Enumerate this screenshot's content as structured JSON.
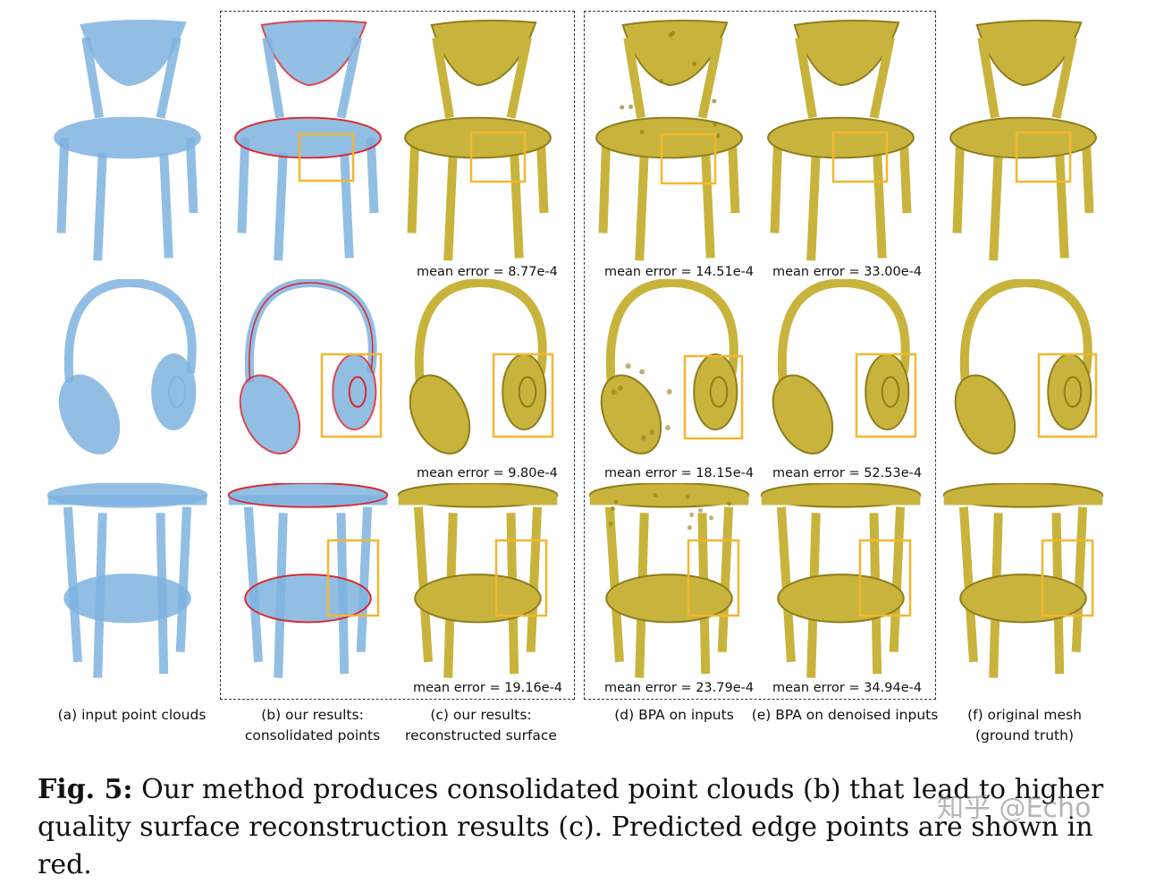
{
  "colors": {
    "point_cloud": "#7fb3e0",
    "edge_points": "#d9272e",
    "surface": "#c8b43c",
    "surface_dark": "#8f7d1c",
    "highlight_box": "#f2b730"
  },
  "errors": {
    "chair_c": "mean error = 8.77e-4",
    "chair_d": "mean error = 14.51e-4",
    "chair_e": "mean error = 33.00e-4",
    "headphone_c": "mean error = 9.80e-4",
    "headphone_d": "mean error = 18.15e-4",
    "headphone_e": "mean error = 52.53e-4",
    "table_c": "mean error = 19.16e-4",
    "table_d": "mean error = 23.79e-4",
    "table_e": "mean error = 34.94e-4"
  },
  "labels": {
    "a": "(a) input point clouds",
    "b1": "(b) our results:",
    "b2": "consolidated points",
    "c1": "(c) our results:",
    "c2": "reconstructed surface",
    "d": "(d) BPA on inputs",
    "e": "(e) BPA on denoised inputs",
    "f1": "(f) original mesh",
    "f2": "(ground truth)"
  },
  "caption": {
    "fig": "Fig. 5:",
    "text": "Our method produces consolidated point clouds (b) that lead to higher quality surface reconstruction results (c). Predicted edge points are shown in red."
  },
  "watermark": "知乎 @Echo"
}
